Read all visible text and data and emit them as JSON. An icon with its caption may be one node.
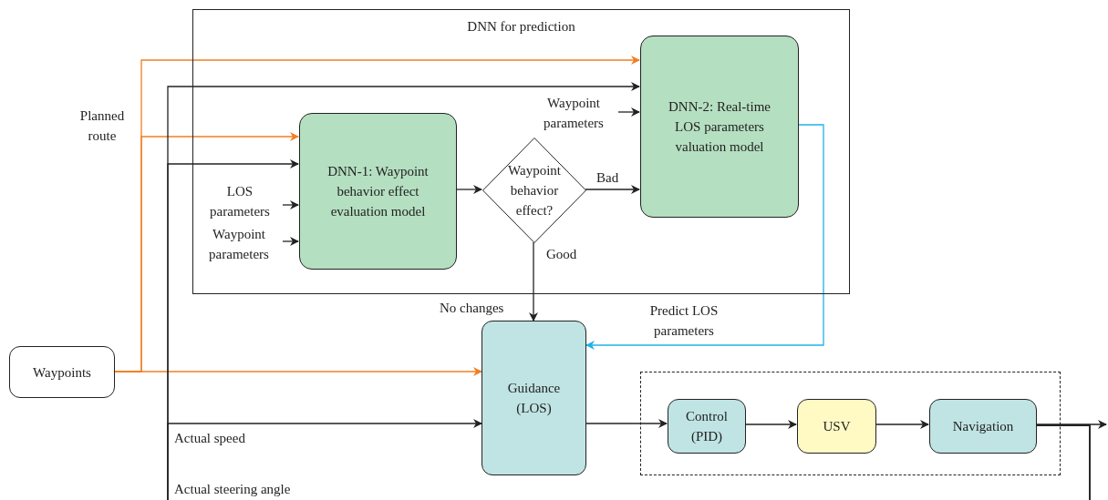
{
  "diagram": {
    "nodes": [
      {
        "text": [
          "DNN for prediction"
        ]
      },
      {
        "text": [
          "DNN-1: Waypoint behavior effect evaluation model"
        ],
        "in": 0
      },
      {
        "text": [
          "Waypoint behavior effect?"
        ],
        "in": 0
      },
      {
        "text": [
          "DNN-2: Real-time LOS parameters valuation model"
        ],
        "in": 0
      },
      {
        "text": [
          "Waypoints"
        ]
      },
      {
        "text": [
          "Guidance (LOS)"
        ]
      },
      {
        "text": [],
        "shape": "box"
      },
      {
        "text": [
          "Control (PID)"
        ],
        "in": 6
      },
      {
        "text": [
          "USV"
        ],
        "in": 6
      },
      {
        "text": [
          "Navigation"
        ],
        "in": 6
      },
      {
        "text": [
          "LOS parameters"
        ],
        "in": 0
      },
      {
        "text": [
          "Waypoint parameters"
        ],
        "in": 0
      },
      {
        "text": [
          "Waypoint parameters"
        ],
        "in": 0
      }
    ],
    "edges": [
      {
        "from": 4,
        "to": 3,
        "arrow": "to",
        "color": "#f07f23"
      },
      {
        "from": 4,
        "to": 1,
        "arrow": "to",
        "color": "#f07f23"
      },
      {
        "from": 4,
        "to": 5,
        "arrow": "to",
        "color": "#f07f23"
      },
      {
        "from": 9,
        "to": 3,
        "arrow": "to"
      },
      {
        "from": 9,
        "to": 1,
        "arrow": "to"
      },
      {
        "from": 9,
        "to": 5,
        "arrow": "to"
      },
      {
        "from": 10,
        "to": 1,
        "arrow": "to"
      },
      {
        "from": 11,
        "to": 1,
        "arrow": "to"
      },
      {
        "from": 12,
        "to": 3,
        "arrow": "to"
      },
      {
        "from": 1,
        "to": 2,
        "arrow": "to"
      },
      {
        "from": 2,
        "to": 3,
        "arrow": "to",
        "label": "Bad"
      },
      {
        "from": 2,
        "to": 5,
        "arrow": "to",
        "label": "Good"
      },
      {
        "from": 3,
        "to": 5,
        "arrow": "to",
        "label": "Predict LOS parameters",
        "color": "#1fb1e8"
      },
      {
        "from": 5,
        "to": 7,
        "arrow": "to"
      },
      {
        "from": 7,
        "to": 8,
        "arrow": "to"
      },
      {
        "from": 8,
        "to": 9,
        "arrow": "to"
      },
      {
        "from": 9,
        "to": null,
        "arrow": "to"
      }
    ],
    "labels": [
      "Planned route",
      "No changes",
      "Actual speed",
      "Actual steering angle"
    ]
  }
}
